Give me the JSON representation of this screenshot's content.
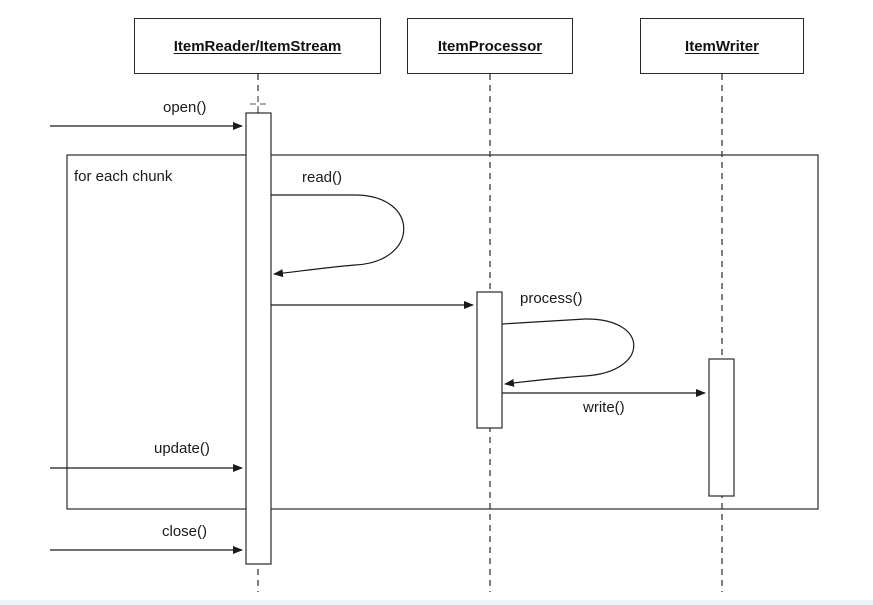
{
  "participants": {
    "reader": "ItemReader/ItemStream",
    "processor": "ItemProcessor",
    "writer": "ItemWriter"
  },
  "fragment": {
    "label": "for each chunk"
  },
  "messages": {
    "open": "open()",
    "read": "read()",
    "process": "process()",
    "write": "write()",
    "update": "update()",
    "close": "close()"
  },
  "colors": {
    "stroke": "#2a2a2a",
    "background": "#ffffff"
  }
}
